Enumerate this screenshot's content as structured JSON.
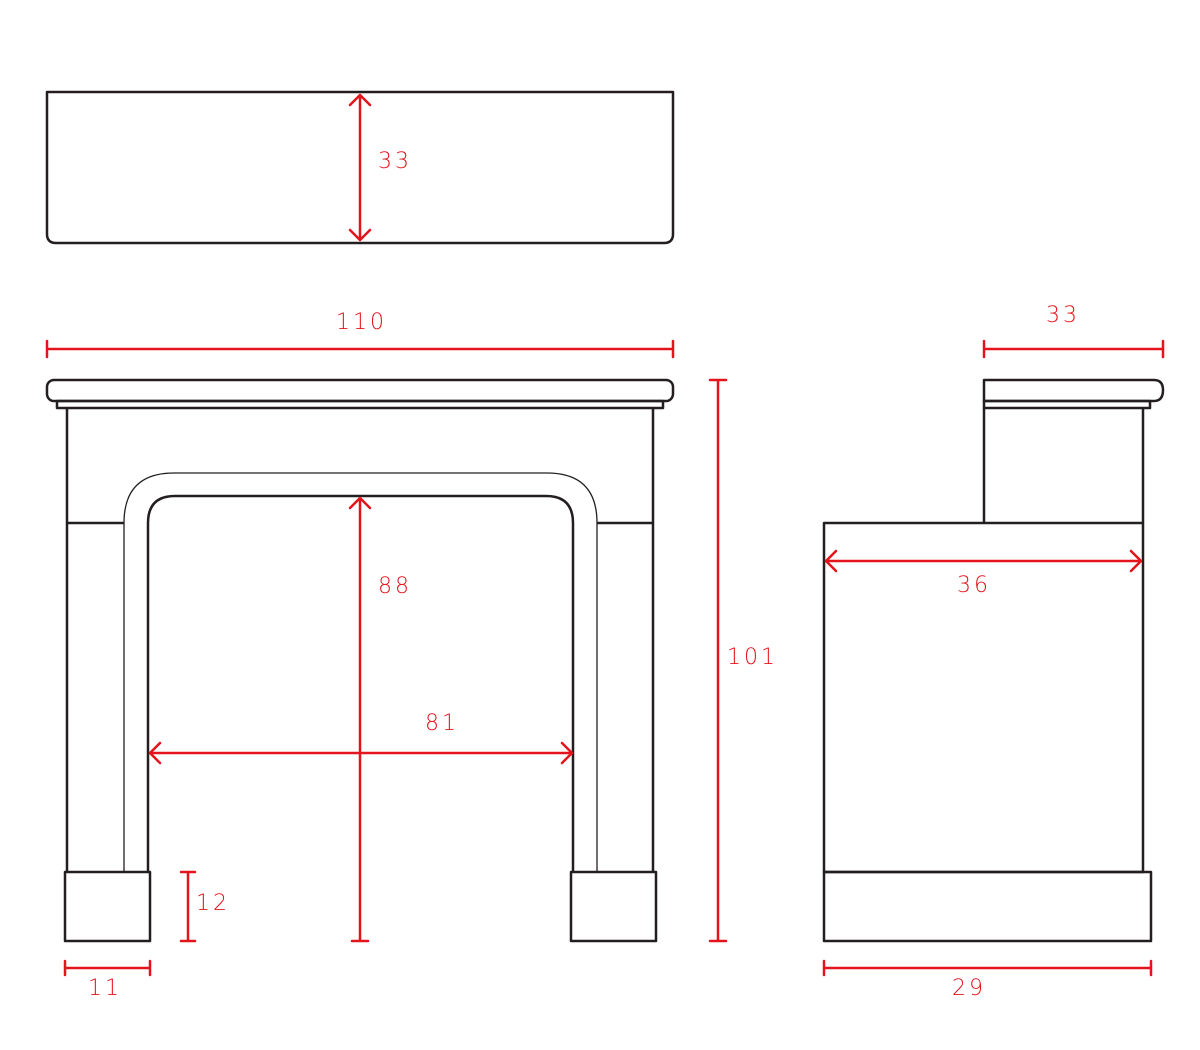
{
  "colors": {
    "outline": "#231f20",
    "dimension": "#e3141c",
    "background": "#ffffff"
  },
  "dimensions": {
    "top_view_depth": "33",
    "overall_width": "110",
    "overall_height": "101",
    "opening_height": "88",
    "opening_width": "81",
    "plinth_height": "12",
    "plinth_width": "11",
    "side_shelf_depth": "33",
    "side_body_depth": "36",
    "side_base_depth": "29"
  }
}
